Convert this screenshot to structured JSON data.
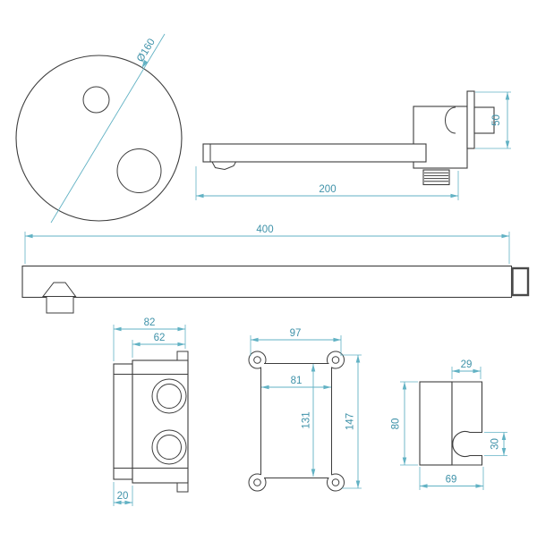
{
  "drawing": {
    "type": "technical-dimension-drawing",
    "subject": "concealed shower set components",
    "colors": {
      "background": "#ffffff",
      "outline": "#3d3d3d",
      "dimension_line": "#62b2c4",
      "dimension_text": "#3f92a9"
    },
    "views": {
      "faceplate_front": {
        "diameter": "Ø160"
      },
      "spout_side": {
        "projection": "200",
        "escutcheon_height": "50"
      },
      "shower_arm": {
        "length": "400"
      },
      "mixer_valve_side": {
        "width": "82",
        "body_width": "62",
        "flange_depth": "20"
      },
      "mounting_plate": {
        "width": "97",
        "inner_width": "81",
        "inner_height": "131",
        "height": "147"
      },
      "handset_holder": {
        "hook_depth": "29",
        "height": "80",
        "slot_height": "30",
        "depth": "69"
      }
    }
  }
}
